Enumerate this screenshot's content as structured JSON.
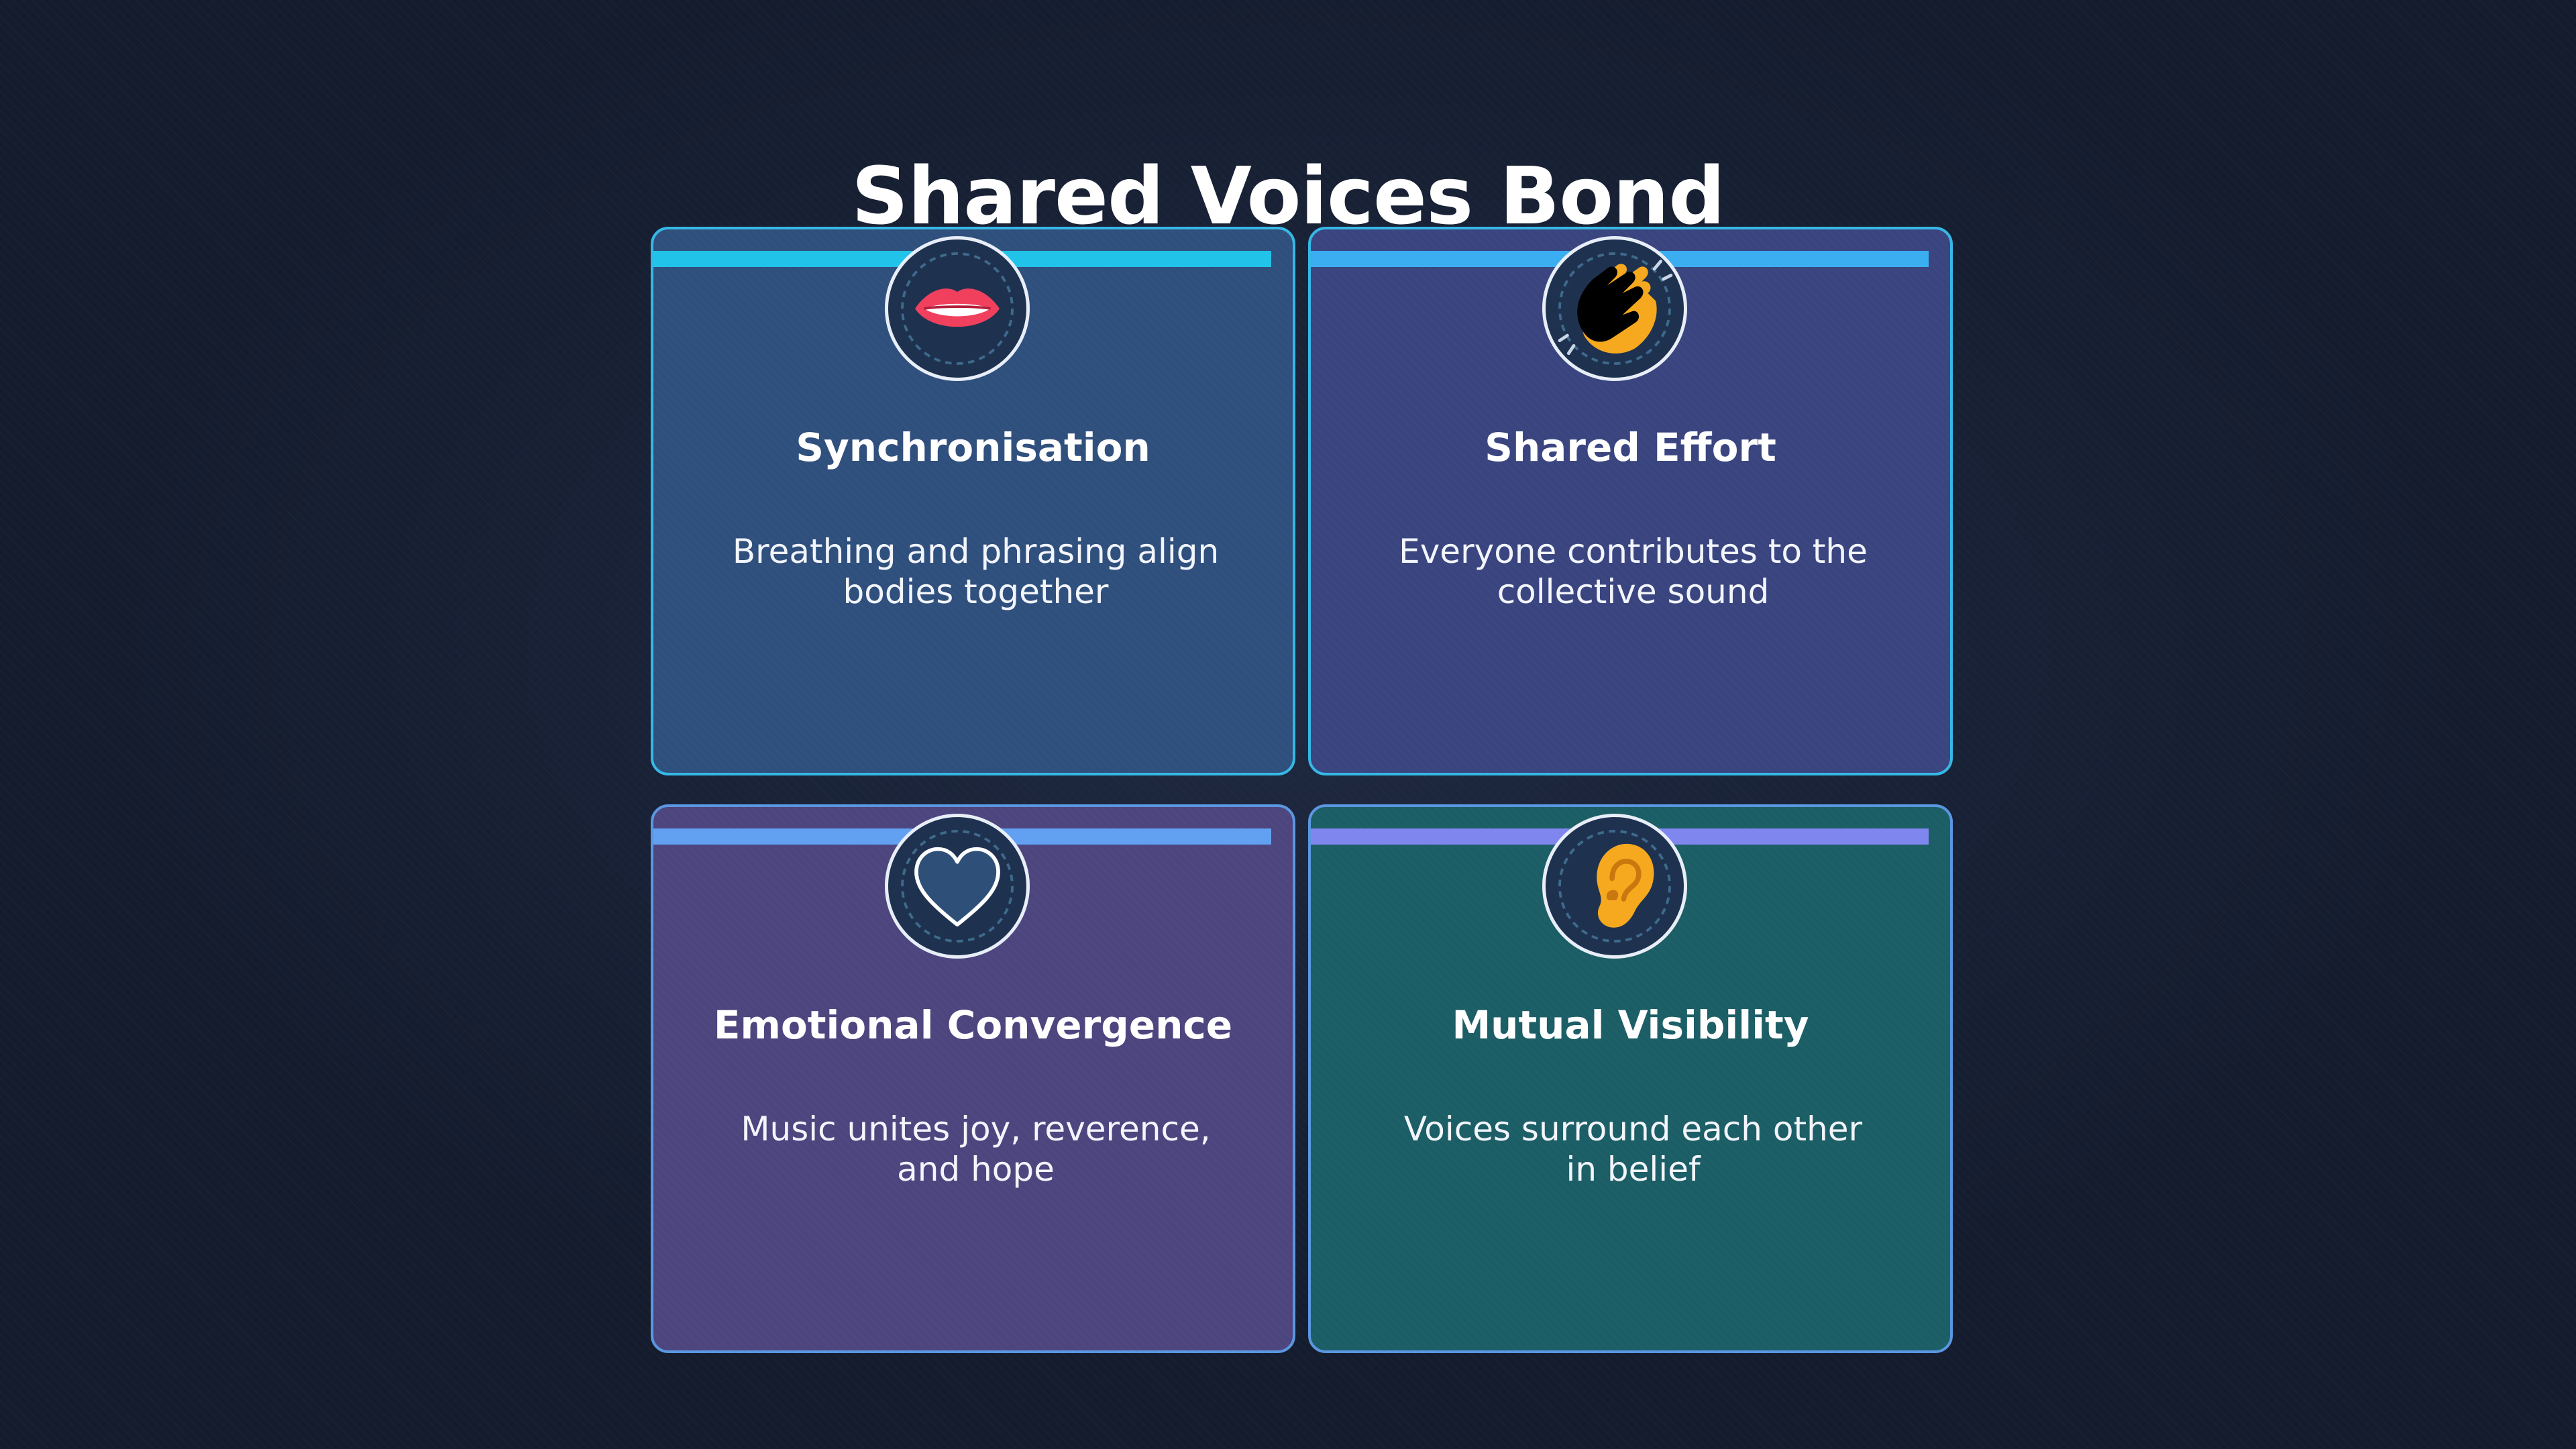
{
  "page": {
    "title": "Shared Voices Bond"
  },
  "cards": [
    {
      "title": "Synchronisation",
      "description_line1": "Breathing and phrasing align",
      "description_line2": "bodies together",
      "icon": "lips-icon",
      "accent": "#22c3e8"
    },
    {
      "title": "Shared Effort",
      "description_line1": "Everyone contributes to the",
      "description_line2": "collective sound",
      "icon": "clapping-hands-icon",
      "accent": "#3aaef0"
    },
    {
      "title": "Emotional Convergence",
      "description_line1": "Music unites joy, reverence,",
      "description_line2": "and hope",
      "icon": "heart-icon",
      "accent": "#62a0f2"
    },
    {
      "title": "Mutual Visibility",
      "description_line1": "Voices surround each other",
      "description_line2": "in belief",
      "icon": "ear-icon",
      "accent": "#7f87ee"
    }
  ]
}
